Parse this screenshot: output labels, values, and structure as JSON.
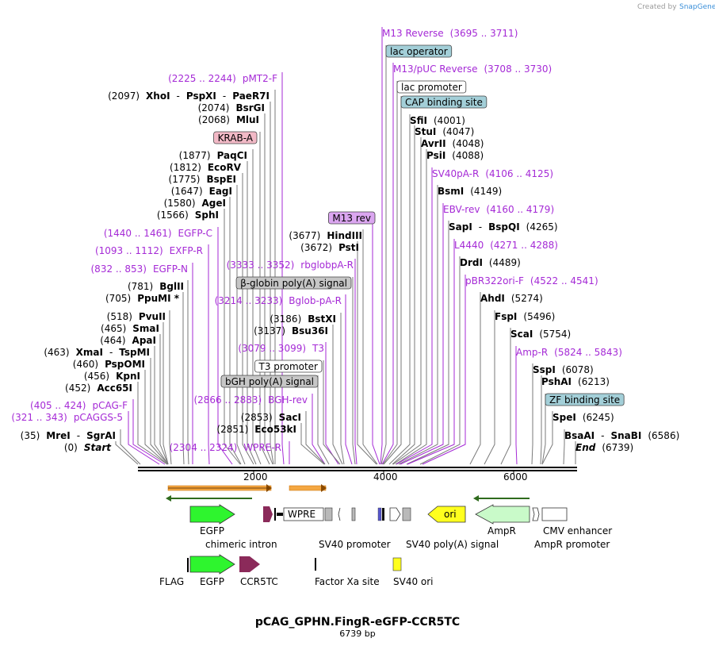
{
  "credit": {
    "text": "Created by",
    "brand": "SnapGene"
  },
  "title": "pCAG_GPHN.FingR-eGFP-CCR5TC",
  "length_label": "6739 bp",
  "colors": {
    "primer": "#a52ad6",
    "enzyme": "#000000",
    "primer_line": "#a52ad6"
  },
  "axis": {
    "ticks": [
      "2000",
      "4000",
      "6000"
    ]
  },
  "labels": [
    {
      "id": "m13r",
      "parts": [
        {
          "t": "M13 Reverse",
          "c": "prim"
        },
        {
          "t": "(3695 .. 3711)",
          "c": "prim"
        }
      ]
    },
    {
      "id": "lacop",
      "box": "lac operator",
      "fill": "#a3cfd8"
    },
    {
      "id": "m13puc",
      "parts": [
        {
          "t": "M13/pUC Reverse",
          "c": "prim"
        },
        {
          "t": "(3708 .. 3730)",
          "c": "prim"
        }
      ]
    },
    {
      "id": "lacprom",
      "box": "lac promoter",
      "fill": "#ffffff"
    },
    {
      "id": "cap",
      "box": "CAP binding site",
      "fill": "#a3cfd8"
    },
    {
      "id": "sfii",
      "parts": [
        {
          "t": "SfiI",
          "c": "enz"
        },
        {
          "t": "(4001)",
          "c": "pos"
        }
      ]
    },
    {
      "id": "stui",
      "parts": [
        {
          "t": "StuI",
          "c": "enz"
        },
        {
          "t": "(4047)",
          "c": "pos"
        }
      ]
    },
    {
      "id": "avrii",
      "parts": [
        {
          "t": "AvrII",
          "c": "enz"
        },
        {
          "t": "(4048)",
          "c": "pos"
        }
      ]
    },
    {
      "id": "psii",
      "parts": [
        {
          "t": "PsiI",
          "c": "enz"
        },
        {
          "t": "(4088)",
          "c": "pos"
        }
      ]
    },
    {
      "id": "sv40pa",
      "parts": [
        {
          "t": "SV40pA-R",
          "c": "prim"
        },
        {
          "t": "(4106 .. 4125)",
          "c": "prim"
        }
      ]
    },
    {
      "id": "bsmi",
      "parts": [
        {
          "t": "BsmI",
          "c": "enz"
        },
        {
          "t": "(4149)",
          "c": "pos"
        }
      ]
    },
    {
      "id": "ebv",
      "parts": [
        {
          "t": "EBV-rev",
          "c": "prim"
        },
        {
          "t": "(4160 .. 4179)",
          "c": "prim"
        }
      ]
    },
    {
      "id": "sapi",
      "parts": [
        {
          "t": "SapI",
          "c": "enz"
        },
        {
          "t": "-",
          "c": "pos"
        },
        {
          "t": "BspQI",
          "c": "enz"
        },
        {
          "t": "(4265)",
          "c": "pos"
        }
      ]
    },
    {
      "id": "l4440",
      "parts": [
        {
          "t": "L4440",
          "c": "prim"
        },
        {
          "t": "(4271 .. 4288)",
          "c": "prim"
        }
      ]
    },
    {
      "id": "drdi",
      "parts": [
        {
          "t": "DrdI",
          "c": "enz"
        },
        {
          "t": "(4489)",
          "c": "pos"
        }
      ]
    },
    {
      "id": "pbr",
      "parts": [
        {
          "t": "pBR322ori-F",
          "c": "prim"
        },
        {
          "t": "(4522 .. 4541)",
          "c": "prim"
        }
      ]
    },
    {
      "id": "ahdi",
      "parts": [
        {
          "t": "AhdI",
          "c": "enz"
        },
        {
          "t": "(5274)",
          "c": "pos"
        }
      ]
    },
    {
      "id": "fspi",
      "parts": [
        {
          "t": "FspI",
          "c": "enz"
        },
        {
          "t": "(5496)",
          "c": "pos"
        }
      ]
    },
    {
      "id": "scai",
      "parts": [
        {
          "t": "ScaI",
          "c": "enz"
        },
        {
          "t": "(5754)",
          "c": "pos"
        }
      ]
    },
    {
      "id": "ampr",
      "parts": [
        {
          "t": "Amp-R",
          "c": "prim"
        },
        {
          "t": "(5824 .. 5843)",
          "c": "prim"
        }
      ]
    },
    {
      "id": "sspi",
      "parts": [
        {
          "t": "SspI",
          "c": "enz"
        },
        {
          "t": "(6078)",
          "c": "pos"
        }
      ]
    },
    {
      "id": "pshai",
      "parts": [
        {
          "t": "PshAI",
          "c": "enz"
        },
        {
          "t": "(6213)",
          "c": "pos"
        }
      ]
    },
    {
      "id": "zf",
      "box": "ZF binding site",
      "fill": "#a3cfd8"
    },
    {
      "id": "spei",
      "parts": [
        {
          "t": "SpeI",
          "c": "enz"
        },
        {
          "t": "(6245)",
          "c": "pos"
        }
      ]
    },
    {
      "id": "bsaai",
      "parts": [
        {
          "t": "BsaAI",
          "c": "enz"
        },
        {
          "t": "-",
          "c": "pos"
        },
        {
          "t": "SnaBI",
          "c": "enz"
        },
        {
          "t": "(6586)",
          "c": "pos"
        }
      ]
    },
    {
      "id": "end",
      "parts": [
        {
          "t": "End",
          "c": "ital"
        },
        {
          "t": "(6739)",
          "c": "pos"
        }
      ]
    },
    {
      "id": "pmt2",
      "parts": [
        {
          "t": "(2225 .. 2244)",
          "c": "prim"
        },
        {
          "t": "pMT2-F",
          "c": "prim"
        }
      ]
    },
    {
      "id": "xhoi",
      "parts": [
        {
          "t": "(2097)",
          "c": "pos"
        },
        {
          "t": "XhoI",
          "c": "enz"
        },
        {
          "t": "-",
          "c": "pos"
        },
        {
          "t": "PspXI",
          "c": "enz"
        },
        {
          "t": "-",
          "c": "pos"
        },
        {
          "t": "PaeR7I",
          "c": "enz"
        }
      ]
    },
    {
      "id": "bsrgi",
      "parts": [
        {
          "t": "(2074)",
          "c": "pos"
        },
        {
          "t": "BsrGI",
          "c": "enz"
        }
      ]
    },
    {
      "id": "mlui",
      "parts": [
        {
          "t": "(2068)",
          "c": "pos"
        },
        {
          "t": "MluI",
          "c": "enz"
        }
      ]
    },
    {
      "id": "krab",
      "box": "KRAB-A",
      "fill": "#f2b9c6"
    },
    {
      "id": "paqci",
      "parts": [
        {
          "t": "(1877)",
          "c": "pos"
        },
        {
          "t": "PaqCI",
          "c": "enz"
        }
      ]
    },
    {
      "id": "ecorv",
      "parts": [
        {
          "t": "(1812)",
          "c": "pos"
        },
        {
          "t": "EcoRV",
          "c": "enz"
        }
      ]
    },
    {
      "id": "bspei",
      "parts": [
        {
          "t": "(1775)",
          "c": "pos"
        },
        {
          "t": "BspEI",
          "c": "enz"
        }
      ]
    },
    {
      "id": "eagi",
      "parts": [
        {
          "t": "(1647)",
          "c": "pos"
        },
        {
          "t": "EagI",
          "c": "enz"
        }
      ]
    },
    {
      "id": "agei",
      "parts": [
        {
          "t": "(1580)",
          "c": "pos"
        },
        {
          "t": "AgeI",
          "c": "enz"
        }
      ]
    },
    {
      "id": "sphi",
      "parts": [
        {
          "t": "(1566)",
          "c": "pos"
        },
        {
          "t": "SphI",
          "c": "enz"
        }
      ]
    },
    {
      "id": "egfpc",
      "parts": [
        {
          "t": "(1440 .. 1461)",
          "c": "prim"
        },
        {
          "t": "EGFP-C",
          "c": "prim"
        }
      ]
    },
    {
      "id": "exfp",
      "parts": [
        {
          "t": "(1093 .. 1112)",
          "c": "prim"
        },
        {
          "t": "EXFP-R",
          "c": "prim"
        }
      ]
    },
    {
      "id": "egfpn",
      "parts": [
        {
          "t": "(832 .. 853)",
          "c": "prim"
        },
        {
          "t": "EGFP-N",
          "c": "prim"
        }
      ]
    },
    {
      "id": "bglii",
      "parts": [
        {
          "t": "(781)",
          "c": "pos"
        },
        {
          "t": "BglII",
          "c": "enz"
        }
      ]
    },
    {
      "id": "ppumi",
      "parts": [
        {
          "t": "(705)",
          "c": "pos"
        },
        {
          "t": "PpuMI *",
          "c": "enz"
        }
      ]
    },
    {
      "id": "pvuii",
      "parts": [
        {
          "t": "(518)",
          "c": "pos"
        },
        {
          "t": "PvuII",
          "c": "enz"
        }
      ]
    },
    {
      "id": "smai",
      "parts": [
        {
          "t": "(465)",
          "c": "pos"
        },
        {
          "t": "SmaI",
          "c": "enz"
        }
      ]
    },
    {
      "id": "apai",
      "parts": [
        {
          "t": "(464)",
          "c": "pos"
        },
        {
          "t": "ApaI",
          "c": "enz"
        }
      ]
    },
    {
      "id": "xmai",
      "parts": [
        {
          "t": "(463)",
          "c": "pos"
        },
        {
          "t": "XmaI",
          "c": "enz"
        },
        {
          "t": "-",
          "c": "pos"
        },
        {
          "t": "TspMI",
          "c": "enz"
        }
      ]
    },
    {
      "id": "pspomi",
      "parts": [
        {
          "t": "(460)",
          "c": "pos"
        },
        {
          "t": "PspOMI",
          "c": "enz"
        }
      ]
    },
    {
      "id": "kpni",
      "parts": [
        {
          "t": "(456)",
          "c": "pos"
        },
        {
          "t": "KpnI",
          "c": "enz"
        }
      ]
    },
    {
      "id": "acc65i",
      "parts": [
        {
          "t": "(452)",
          "c": "pos"
        },
        {
          "t": "Acc65I",
          "c": "enz"
        }
      ]
    },
    {
      "id": "pcagf",
      "parts": [
        {
          "t": "(405 .. 424)",
          "c": "prim"
        },
        {
          "t": "pCAG-F",
          "c": "prim"
        }
      ]
    },
    {
      "id": "pcaggs",
      "parts": [
        {
          "t": "(321 .. 343)",
          "c": "prim"
        },
        {
          "t": "pCAGGS-5",
          "c": "prim"
        }
      ]
    },
    {
      "id": "mrei",
      "parts": [
        {
          "t": "(35)",
          "c": "pos"
        },
        {
          "t": "MreI",
          "c": "enz"
        },
        {
          "t": "-",
          "c": "pos"
        },
        {
          "t": "SgrAI",
          "c": "enz"
        }
      ]
    },
    {
      "id": "start",
      "parts": [
        {
          "t": "(0)",
          "c": "pos"
        },
        {
          "t": "Start",
          "c": "ital"
        }
      ]
    },
    {
      "id": "m13rev",
      "box": "M13 rev",
      "fill": "#dba6f0"
    },
    {
      "id": "hindiii",
      "parts": [
        {
          "t": "(3677)",
          "c": "pos"
        },
        {
          "t": "HindIII",
          "c": "enz"
        }
      ]
    },
    {
      "id": "psti",
      "parts": [
        {
          "t": "(3672)",
          "c": "pos"
        },
        {
          "t": "PstI",
          "c": "enz"
        }
      ]
    },
    {
      "id": "rbglob",
      "parts": [
        {
          "t": "(3333 .. 3352)",
          "c": "prim"
        },
        {
          "t": "rbglobpA-R",
          "c": "prim"
        }
      ]
    },
    {
      "id": "bglobin",
      "box": "β-globin poly(A) signal",
      "fill": "#c6c6c6"
    },
    {
      "id": "bglobpa",
      "parts": [
        {
          "t": "(3214 .. 3233)",
          "c": "prim"
        },
        {
          "t": "Bglob-pA-R",
          "c": "prim"
        }
      ]
    },
    {
      "id": "bstxi",
      "parts": [
        {
          "t": "(3186)",
          "c": "pos"
        },
        {
          "t": "BstXI",
          "c": "enz"
        }
      ]
    },
    {
      "id": "bsu36i",
      "parts": [
        {
          "t": "(3137)",
          "c": "pos"
        },
        {
          "t": "Bsu36I",
          "c": "enz"
        }
      ]
    },
    {
      "id": "t3",
      "parts": [
        {
          "t": "(3079 .. 3099)",
          "c": "prim"
        },
        {
          "t": "T3",
          "c": "prim"
        }
      ]
    },
    {
      "id": "t3prom",
      "box": "T3 promoter",
      "fill": "#ffffff"
    },
    {
      "id": "bgh",
      "box": "bGH poly(A) signal",
      "fill": "#c6c6c6"
    },
    {
      "id": "bghrev",
      "parts": [
        {
          "t": "(2866 .. 2883)",
          "c": "prim"
        },
        {
          "t": "BGH-rev",
          "c": "prim"
        }
      ]
    },
    {
      "id": "saci",
      "parts": [
        {
          "t": "(2853)",
          "c": "pos"
        },
        {
          "t": "SacI",
          "c": "enz"
        }
      ]
    },
    {
      "id": "eco53ki",
      "parts": [
        {
          "t": "(2851)",
          "c": "pos"
        },
        {
          "t": "Eco53kI",
          "c": "enz"
        }
      ]
    },
    {
      "id": "wpre",
      "parts": [
        {
          "t": "(2304 .. 2324)",
          "c": "prim"
        },
        {
          "t": "WPRE-R",
          "c": "prim"
        }
      ]
    }
  ],
  "features": {
    "row1": [
      "EGFP",
      "chimeric intron",
      "WPRE",
      "SV40 promoter",
      "SV40 poly(A) signal",
      "ori",
      "AmpR",
      "CMV enhancer",
      "AmpR promoter"
    ],
    "row2": [
      "FLAG",
      "EGFP",
      "CCR5TC",
      "Factor Xa site",
      "SV40 ori"
    ]
  }
}
